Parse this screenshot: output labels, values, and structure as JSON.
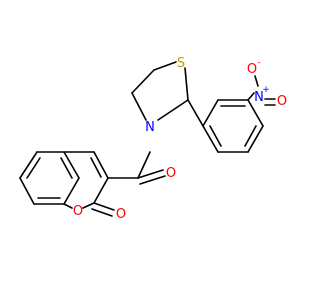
{
  "colors": {
    "background": "#ffffff",
    "bond": "#000000",
    "sulfur": "#b8a200",
    "nitrogen": "#0000ff",
    "oxygen": "#ff0000"
  },
  "atoms": {
    "sulfur": {
      "label": "S",
      "color_key": "sulfur"
    },
    "thiazolidine_nitrogen": {
      "label": "N",
      "color_key": "nitrogen"
    },
    "nitro_nitrogen": {
      "label": "N",
      "charge": "+",
      "color_key": "nitrogen"
    },
    "nitro_oxygen_top": {
      "label": "O",
      "charge": "-",
      "color_key": "oxygen"
    },
    "nitro_oxygen_side": {
      "label": "O",
      "color_key": "oxygen"
    },
    "carbonyl_oxygen": {
      "label": "O",
      "color_key": "oxygen"
    },
    "ring_oxygen": {
      "label": "O",
      "color_key": "oxygen"
    },
    "lactone_oxygen": {
      "label": "O",
      "color_key": "oxygen"
    }
  }
}
